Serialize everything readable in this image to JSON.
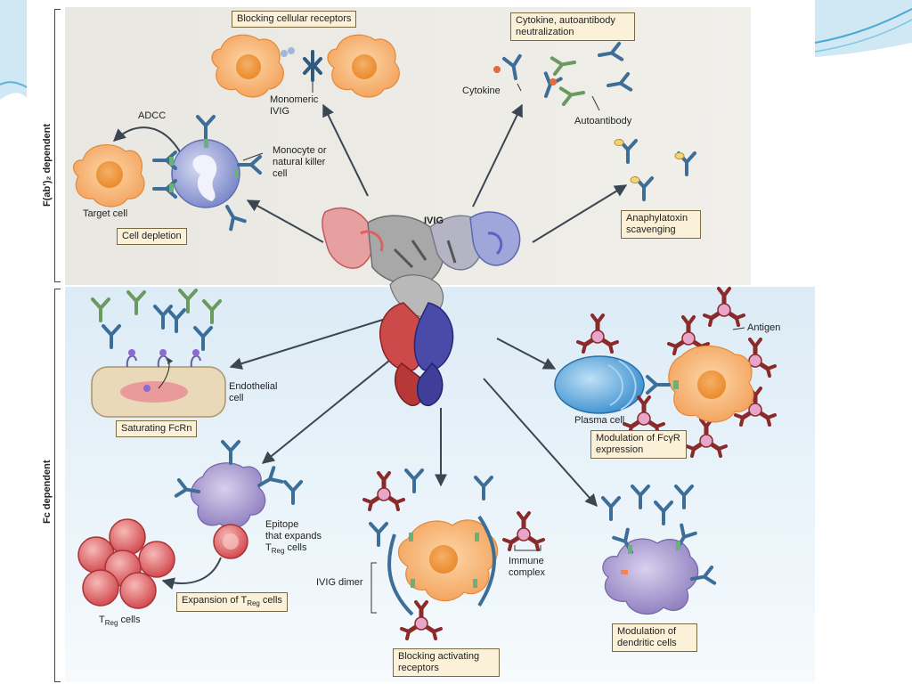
{
  "side_labels": {
    "top": "F(ab')₂ dependent",
    "bottom": "Fc dependent"
  },
  "center_label": "IVIG",
  "mechanisms_top": {
    "blocking_receptors": "Blocking cellular receptors",
    "cytokine_neutralization": "Cytokine, autoantibody neutralization",
    "cell_depletion": "Cell depletion",
    "anaphylatoxin": "Anaphylatoxin scavenging"
  },
  "mechanisms_bottom": {
    "saturating_fcrn": "Saturating FcRn",
    "modulation_fcgr": "Modulation of FcγR expression",
    "expansion_treg": "Expansion of T",
    "expansion_treg_sub": "Reg",
    "expansion_treg_tail": " cells",
    "blocking_activating": "Blocking activating receptors",
    "dendritic": "Modulation of dendritic cells"
  },
  "labels": {
    "monomeric_ivig": "Monomeric IVIG",
    "cytokine": "Cytokine",
    "autoantibody": "Autoantibody",
    "adcc": "ADCC",
    "monocyte": "Monocyte or natural killer cell",
    "target_cell": "Target cell",
    "endothelial": "Endothelial cell",
    "plasma_cell": "Plasma cell",
    "antigen": "Antigen",
    "epitope_line1": "Epitope",
    "epitope_line2": "that expands",
    "epitope_t": "T",
    "epitope_sub": "Reg",
    "epitope_tail": " cells",
    "treg_t": "T",
    "treg_sub": "Reg",
    "treg_tail": " cells",
    "ivig_dimer": "IVIG dimer",
    "immune_complex": "Immune complex"
  },
  "colors": {
    "top_panel": "#ebe9e3",
    "bottom_panel": "#dcebf6",
    "label_box": "#fbf1d8",
    "target_cell": "#f7b26e",
    "monocyte": "#9aa6d8",
    "treg": "#e2676a",
    "dendritic": "#a293c9",
    "antibody_blue": "#3d6e98",
    "antibody_green": "#6a9a60",
    "antibody_red": "#8b2a2a"
  }
}
